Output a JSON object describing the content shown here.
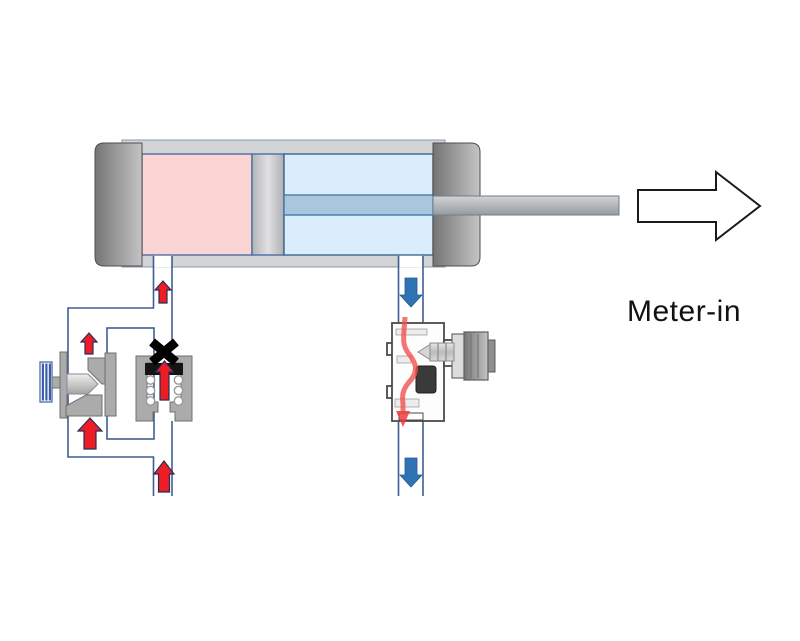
{
  "label": {
    "meter_in": "Meter-in"
  },
  "colors": {
    "background": "#ffffff",
    "supply_red": "#ee1c24",
    "exhaust_blue": "#2e74b5",
    "pipe_blue": "#3f5f93",
    "chamber_pink": "#fbd4d4",
    "chamber_blue": "#d9edfb",
    "rod_band": "#a9c6dd",
    "metal_mid": "#ababab",
    "outline_dark": "#4b4b4b",
    "label_text": "#111111",
    "blocked_x": "#000000"
  },
  "icons": {
    "cylinder": "pneumatic-cylinder-cross-section",
    "left_chamber": "pressurized-chamber-pink",
    "right_chamber": "exhaust-chamber-blue",
    "piston": "piston",
    "rod": "piston-rod",
    "motion_arrow": "rod-extend-right-arrow",
    "needle_valve": "needle-valve-cross-section",
    "check_valve": "check-valve-closed",
    "blocked_mark": "blocked-x-mark",
    "fitting": "speed-controller-fitting-cross-section",
    "red_arrows": "supply-flow-up-arrows",
    "blue_arrows": "exhaust-flow-down-arrows"
  },
  "flows": {
    "supply_direction": "up",
    "exhaust_direction": "down",
    "rod_motion": "right",
    "red_arrow_count": 5,
    "blue_arrow_count": 2
  }
}
